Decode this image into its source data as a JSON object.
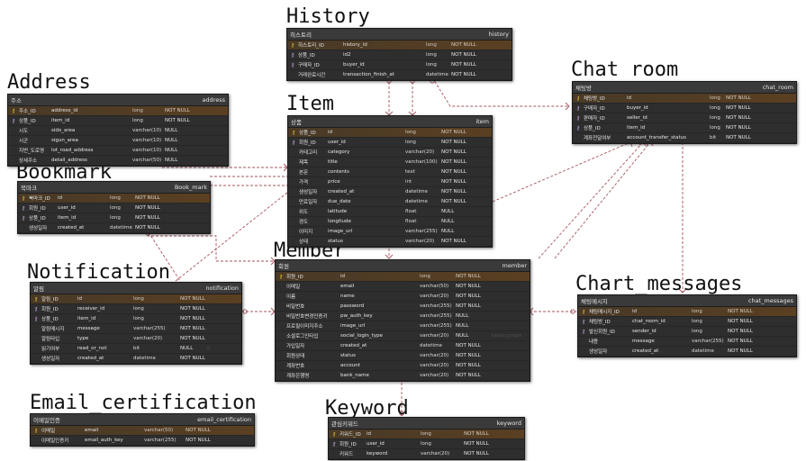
{
  "diagram": {
    "type": "erd",
    "colors": {
      "line": "#a6545e",
      "table_bg": "#2e2e2e",
      "header_bg": "#3a3a3a",
      "pk_row": "#4a3a26",
      "pk_icon": "#e8c33c",
      "fk_icon": "#c9a6e6"
    },
    "titles": {
      "history": "History",
      "address": "Address",
      "item": "Item",
      "chat_room": "Chat room",
      "bookmark": "Bookmark",
      "member": "Member",
      "notification": "Notification",
      "chart_messages": "Chart_messages",
      "email_certification": "Email_certification",
      "keyword": "Keyword"
    },
    "tables": {
      "history": {
        "logical": "히스토리",
        "physical": "history",
        "rows": [
          {
            "icon": "pk",
            "name": "히스토리_ID",
            "col": "history_id",
            "type": "long",
            "nn": "NOT NULL",
            "df": ""
          },
          {
            "icon": "fk",
            "name": "상품_ID",
            "col": "id2",
            "type": "long",
            "nn": "NOT NULL",
            "df": ""
          },
          {
            "icon": "fk",
            "name": "구매자_ID",
            "col": "buyer_id",
            "type": "long",
            "nn": "NOT NULL",
            "df": ""
          },
          {
            "icon": "",
            "name": "거래완료시간",
            "col": "transaction_finish_at",
            "type": "datetime",
            "nn": "NOT NULL",
            "df": ""
          }
        ]
      },
      "address": {
        "logical": "주소",
        "physical": "address",
        "rows": [
          {
            "icon": "pk",
            "name": "주소_ID",
            "col": "address_id",
            "type": "long",
            "nn": "NOT NULL",
            "df": ""
          },
          {
            "icon": "fk",
            "name": "상품_ID",
            "col": "item_id",
            "type": "long",
            "nn": "NOT NULL",
            "df": ""
          },
          {
            "icon": "",
            "name": "시도",
            "col": "sido_area",
            "type": "varchar(10)",
            "nn": "NULL",
            "df": ""
          },
          {
            "icon": "",
            "name": "시군",
            "col": "sigun_area",
            "type": "varchar(10)",
            "nn": "NULL",
            "df": ""
          },
          {
            "icon": "",
            "name": "지번_도로명",
            "col": "lot_road_address",
            "type": "varchar(10)",
            "nn": "NULL",
            "df": ""
          },
          {
            "icon": "",
            "name": "상세주소",
            "col": "detail_address",
            "type": "varchar(50)",
            "nn": "NULL",
            "df": ""
          }
        ]
      },
      "item": {
        "logical": "상품",
        "physical": "item",
        "rows": [
          {
            "icon": "pk",
            "name": "상품_ID",
            "col": "id",
            "type": "long",
            "nn": "NOT NULL",
            "df": ""
          },
          {
            "icon": "fk",
            "name": "회원_ID",
            "col": "user_id",
            "type": "long",
            "nn": "NOT NULL",
            "df": ""
          },
          {
            "icon": "",
            "name": "카테고리",
            "col": "category",
            "type": "varchar(20)",
            "nn": "NOT NULL",
            "df": ""
          },
          {
            "icon": "",
            "name": "제목",
            "col": "title",
            "type": "varchar(100)",
            "nn": "NOT NULL",
            "df": ""
          },
          {
            "icon": "",
            "name": "본문",
            "col": "contents",
            "type": "text",
            "nn": "NOT NULL",
            "df": ""
          },
          {
            "icon": "",
            "name": "가격",
            "col": "price",
            "type": "int",
            "nn": "NOT NULL",
            "df": ""
          },
          {
            "icon": "",
            "name": "생성일자",
            "col": "created_at",
            "type": "datetime",
            "nn": "NOT NULL",
            "df": ""
          },
          {
            "icon": "",
            "name": "만료일자",
            "col": "due_date",
            "type": "datetime",
            "nn": "NOT NULL",
            "df": ""
          },
          {
            "icon": "",
            "name": "위도",
            "col": "latitude",
            "type": "float",
            "nn": "NULL",
            "df": ""
          },
          {
            "icon": "",
            "name": "경도",
            "col": "longitude",
            "type": "float",
            "nn": "NULL",
            "df": ""
          },
          {
            "icon": "",
            "name": "이미지",
            "col": "image_url",
            "type": "varchar(255)",
            "nn": "NULL",
            "df": ""
          },
          {
            "icon": "",
            "name": "상태",
            "col": "status",
            "type": "varchar(20)",
            "nn": "NOT NULL",
            "df": ""
          }
        ]
      },
      "chat_room": {
        "logical": "채팅방",
        "physical": "chat_room",
        "rows": [
          {
            "icon": "pk",
            "name": "채팅방_ID",
            "col": "id",
            "type": "long",
            "nn": "NOT NULL",
            "df": ""
          },
          {
            "icon": "fk",
            "name": "구매자_ID",
            "col": "buyer_id",
            "type": "long",
            "nn": "NOT NULL",
            "df": ""
          },
          {
            "icon": "fk",
            "name": "판매자_ID",
            "col": "seller_id",
            "type": "long",
            "nn": "NOT NULL",
            "df": ""
          },
          {
            "icon": "fk",
            "name": "상품_ID",
            "col": "item_id",
            "type": "long",
            "nn": "NOT NULL",
            "df": ""
          },
          {
            "icon": "",
            "name": "계좌전달여부",
            "col": "account_transfer_status",
            "type": "bit",
            "nn": "NOT NULL",
            "df": ""
          }
        ]
      },
      "bookmark": {
        "logical": "북마크",
        "physical": "Book_mark",
        "rows": [
          {
            "icon": "pk",
            "name": "북마크_ID",
            "col": "id",
            "type": "long",
            "nn": "NOT NULL",
            "df": ""
          },
          {
            "icon": "fk",
            "name": "회원_ID",
            "col": "user_id",
            "type": "long",
            "nn": "NOT NULL",
            "df": ""
          },
          {
            "icon": "fk",
            "name": "상품_ID",
            "col": "item_id",
            "type": "long",
            "nn": "NOT NULL",
            "df": ""
          },
          {
            "icon": "",
            "name": "생성일자",
            "col": "created_at",
            "type": "datetime",
            "nn": "NOT NULL",
            "df": ""
          }
        ]
      },
      "member": {
        "logical": "회원",
        "physical": "member",
        "rows": [
          {
            "icon": "pk",
            "name": "회원_ID",
            "col": "id",
            "type": "long",
            "nn": "NOT NULL",
            "df": ""
          },
          {
            "icon": "",
            "name": "이메일",
            "col": "email",
            "type": "varchar(50)",
            "nn": "NOT NULL",
            "df": ""
          },
          {
            "icon": "",
            "name": "이름",
            "col": "name",
            "type": "varchar(20)",
            "nn": "NOT NULL",
            "df": ""
          },
          {
            "icon": "",
            "name": "비밀번호",
            "col": "password",
            "type": "varchar(255)",
            "nn": "NOT NULL",
            "df": ""
          },
          {
            "icon": "",
            "name": "비밀번호변경인증키",
            "col": "pw_auth_key",
            "type": "varchar(255)",
            "nn": "NULL",
            "df": ""
          },
          {
            "icon": "",
            "name": "프로필이미지주소",
            "col": "image_url",
            "type": "varchar(255)",
            "nn": "NULL",
            "df": ""
          },
          {
            "icon": "",
            "name": "소셜로그인타입",
            "col": "social_login_type",
            "type": "varchar(20)",
            "nn": "NULL",
            "df": "kakao,google"
          },
          {
            "icon": "",
            "name": "가입일자",
            "col": "created_at",
            "type": "datetime",
            "nn": "NOT NULL",
            "df": ""
          },
          {
            "icon": "",
            "name": "회원상태",
            "col": "status",
            "type": "varchar(20)",
            "nn": "NOT NULL",
            "df": ""
          },
          {
            "icon": "",
            "name": "계좌번호",
            "col": "account",
            "type": "varchar(20)",
            "nn": "NOT NULL",
            "df": ""
          },
          {
            "icon": "",
            "name": "계좌은행명",
            "col": "bank_name",
            "type": "varchar(20)",
            "nn": "NOT NULL",
            "df": ""
          }
        ]
      },
      "notification": {
        "logical": "알림",
        "physical": "notification",
        "rows": [
          {
            "icon": "pk",
            "name": "알림_ID",
            "col": "id",
            "type": "long",
            "nn": "NOT NULL",
            "df": ""
          },
          {
            "icon": "fk",
            "name": "회원_ID",
            "col": "receiver_id",
            "type": "long",
            "nn": "NOT NULL",
            "df": ""
          },
          {
            "icon": "fk",
            "name": "상품_ID",
            "col": "item_id",
            "type": "long",
            "nn": "NOT NULL",
            "df": ""
          },
          {
            "icon": "",
            "name": "알림메시지",
            "col": "message",
            "type": "varchar(255)",
            "nn": "NOT NULL",
            "df": ""
          },
          {
            "icon": "",
            "name": "알림타입",
            "col": "type",
            "type": "varchar(20)",
            "nn": "NOT NULL",
            "df": ""
          },
          {
            "icon": "",
            "name": "읽기여부",
            "col": "read_or_not",
            "type": "bit",
            "nn": "NULL",
            "df": "0"
          },
          {
            "icon": "",
            "name": "생성일자",
            "col": "created_at",
            "type": "datetime",
            "nn": "NOT NULL",
            "df": ""
          }
        ]
      },
      "chart_messages": {
        "logical": "채팅메시지",
        "physical": "chat_messages",
        "rows": [
          {
            "icon": "pk",
            "name": "채팅메시지_ID",
            "col": "id",
            "type": "long",
            "nn": "NOT NULL",
            "df": ""
          },
          {
            "icon": "fk",
            "name": "채팅방_ID",
            "col": "chat_room_id",
            "type": "long",
            "nn": "NOT NULL",
            "df": ""
          },
          {
            "icon": "fk",
            "name": "발신회원_ID",
            "col": "sender_id",
            "type": "long",
            "nn": "NOT NULL",
            "df": ""
          },
          {
            "icon": "",
            "name": "내용",
            "col": "message",
            "type": "varchar(255)",
            "nn": "NOT NULL",
            "df": ""
          },
          {
            "icon": "",
            "name": "생성일자",
            "col": "created_at",
            "type": "datetime",
            "nn": "NOT NULL",
            "df": ""
          }
        ]
      },
      "email_certification": {
        "logical": "이메일인증",
        "physical": "email_certification",
        "rows": [
          {
            "icon": "pk",
            "name": "이메일",
            "col": "email",
            "type": "varchar(50)",
            "nn": "NOT NULL",
            "df": ""
          },
          {
            "icon": "",
            "name": "이메일인증키",
            "col": "email_auth_key",
            "type": "varchar(255)",
            "nn": "NOT NULL",
            "df": ""
          }
        ]
      },
      "keyword": {
        "logical": "관심키워드",
        "physical": "keyword",
        "rows": [
          {
            "icon": "pk",
            "name": "키워드_ID",
            "col": "id",
            "type": "long",
            "nn": "NOT NULL",
            "df": ""
          },
          {
            "icon": "fk",
            "name": "회원_ID",
            "col": "user_id",
            "type": "long",
            "nn": "NOT NULL",
            "df": ""
          },
          {
            "icon": "",
            "name": "키워드",
            "col": "keyword",
            "type": "varchar(20)",
            "nn": "NOT NULL",
            "df": ""
          }
        ]
      }
    }
  }
}
